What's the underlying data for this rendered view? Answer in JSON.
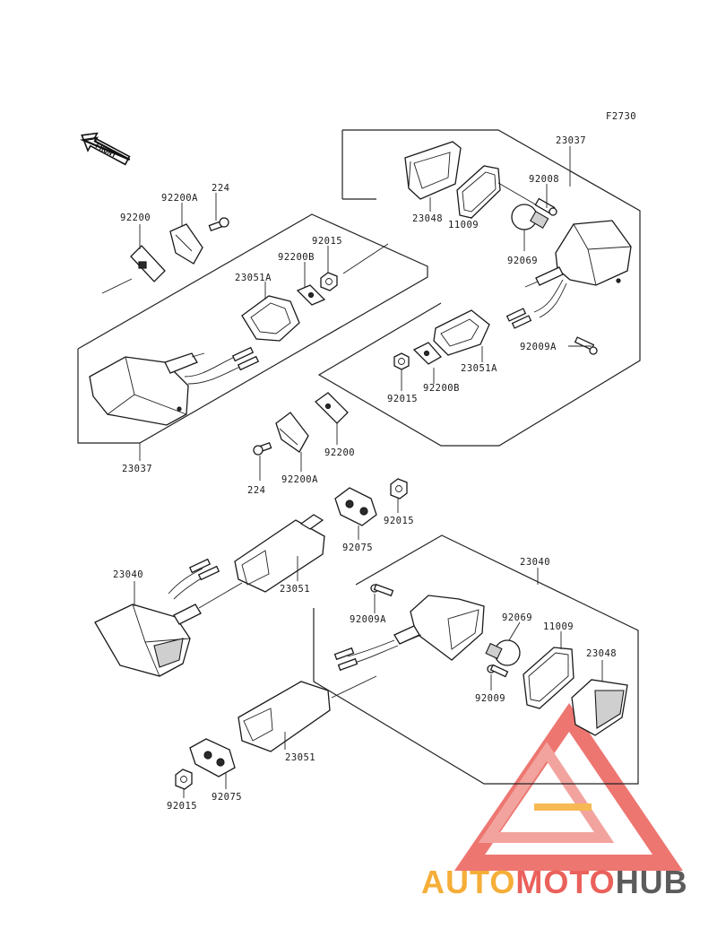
{
  "figure_code": "F2730",
  "front_arrow_label": "FRONT",
  "watermark": {
    "brand": "AUTOMOTOHUB",
    "part_a": "AUTO",
    "part_b": "MOTO",
    "part_c": "HUB",
    "color_a": "#F5A623",
    "color_b": "#E8504A",
    "color_c": "#4A4A4A"
  },
  "part_labels": {
    "p23037_top": "23037",
    "p23048_top": "23048",
    "p11009_top": "11009",
    "p92008": "92008",
    "p92069_top": "92069",
    "p92009A_top": "92009A",
    "p23051A_right": "23051A",
    "p92200B_right": "92200B",
    "p92015_right": "92015",
    "p224_top": "224",
    "p92200A_top": "92200A",
    "p92200_top": "92200",
    "p92015_top": "92015",
    "p92200B_left": "92200B",
    "p23051A_left": "23051A",
    "p23037_left": "23037",
    "p92200_mid": "92200",
    "p224_mid": "224",
    "p92200A_mid": "92200A",
    "p92015_mid": "92015",
    "p92075_mid": "92075",
    "p23051_mid": "23051",
    "p23040_left": "23040",
    "p23040_right": "23040",
    "p92009A_bottom": "92009A",
    "p92069_bottom": "92069",
    "p11009_bottom": "11009",
    "p23048_bottom": "23048",
    "p92009": "92009",
    "p23051_bottom": "23051",
    "p92015_bottom": "92015",
    "p92075_bottom": "92075"
  }
}
